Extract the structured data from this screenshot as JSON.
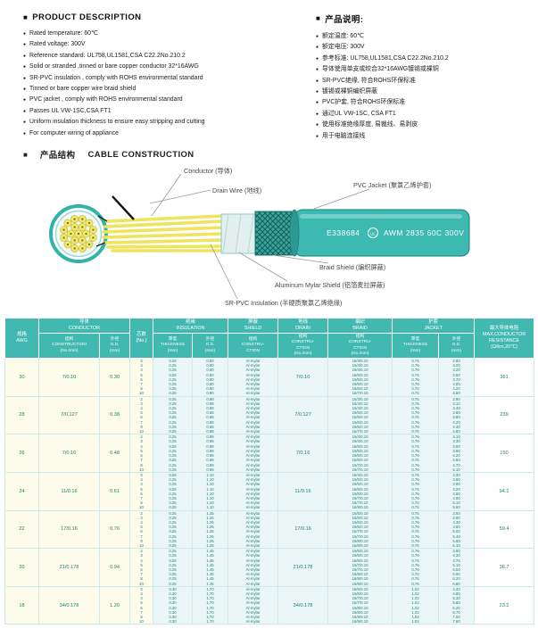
{
  "icons": {
    "square": "■",
    "bullet": "●"
  },
  "sections": {
    "product_description": {
      "title_en": "PRODUCT DESCRIPTION",
      "title_cn": "产品说明:"
    },
    "construction": {
      "title_cn": "产品结构",
      "title_en": "CABLE CONSTRUCTION"
    }
  },
  "description_en": [
    "Rated temperature: 60℃",
    "Rated voltage: 300V",
    "Reference standard: UL758,UL1581,CSA C22.2No.210.2",
    "Solid or stranded ,tinned or bare copper conductor 32*16AWG",
    "SR-PVC insulation , comply with ROHS environmental standard",
    "Tinned or bare copper wire braid shield",
    "PVC jacket , comply with ROHS environmental standard",
    "Passes UL VW-1SC,CSA FT1",
    "Uniform insulation thickness to ensure easy stripping and cutting",
    "For computer wiring of appliance"
  ],
  "description_cn": [
    "额定温度: 60℃",
    "额定电压: 300V",
    "参考标准: UL758,UL1581,CSA C22.2No.210.2",
    "导体使用单支或绞合32*16AWG镀锡或裸铜",
    "SR-PVC绝缘, 符合ROHS环保标准",
    "镀锡或裸铜编织屏蔽",
    "PVC护套, 符合ROHS环保标准",
    "通过UL VW-1SC, CSA FT1",
    "使用标准绝缘厚度, 易裁线、易剥皮",
    "用于电脑连接线"
  ],
  "diagram": {
    "labels": {
      "conductor": "Conductor (导体)",
      "drain_wire": "Drain Wire (地线)",
      "pvc_jacket": "PVC Jacket (聚氯乙烯护套)",
      "braid_shield": "Braid Shield (编织屏蔽)",
      "aluminum_mylar_shield": "Aluminum Mylar Shield (铝箔麦拉屏蔽)",
      "sr_pvc_insulation": "SR-PVC Insulation (半硬质聚氯乙烯绝缘)"
    },
    "jacket_print": {
      "e_number": "E338684",
      "ul_mark": "UL",
      "spec": "AWM 2835 60C 300V"
    }
  },
  "table": {
    "headers": {
      "awg": "规格\nAWG",
      "conductor": "导体\nCONDUCTOR",
      "conductor_construction": "结构\nCONSTRUCTION\n(No./mm)",
      "conductor_od": "外径\nO.D.\n(mm)",
      "cores": "芯数\n(No.)",
      "insulation": "绝缘\nINSULATION",
      "ins_thickness": "厚度\nTHICKNESS\n(mm)",
      "ins_od": "外径\nO.D.\n(mm)",
      "shield": "屏蔽\nSHIELD",
      "shield_construction": "结构\nCONSTRU-\nCTION",
      "drain": "地线\nDRAIN",
      "drain_construction": "结构\nCONSTRU-\nCTION\n(No./mm)",
      "braid": "编织\nBRAID",
      "braid_construction": "结构\nCONSTRU-\nCTION\n(No./mm)",
      "jacket": "护套\nJACKET",
      "jacket_thickness": "厚度\nTHICKNESS\n(mm)",
      "jacket_od": "外径\nO.D.\n(mm)",
      "resistance": "最大导体电阻\nMAX.CONDUCTOR\nRESISTANCE\n(Ω/km,20℃)"
    },
    "groups": [
      {
        "awg": "30",
        "conductor_construction": "7/0.10",
        "conductor_od": "0.30",
        "cores": [
          "2",
          "3",
          "4",
          "5",
          "6",
          "7",
          "8",
          "10"
        ],
        "insulation_thickness": [
          "0.25",
          "0.25",
          "0.25",
          "0.25",
          "0.25",
          "0.25",
          "0.25",
          "0.25"
        ],
        "insulation_od": [
          "0.80",
          "0.80",
          "0.80",
          "0.80",
          "0.80",
          "0.80",
          "0.80",
          "0.80"
        ],
        "shield": [
          "Al-mylar",
          "Al-mylar",
          "Al-mylar",
          "Al-mylar",
          "Al-mylar",
          "Al-mylar",
          "Al-mylar",
          "Al-mylar"
        ],
        "drain": "7/0.10",
        "braid": [
          "16/3/0.10",
          "16/4/0.10",
          "16/4/0.10",
          "16/5/0.10",
          "16/5/0.10",
          "16/6/0.10",
          "16/6/0.10",
          "16/7/0.10"
        ],
        "jacket_thickness": [
          "0.76",
          "0.76",
          "0.76",
          "0.76",
          "0.76",
          "0.76",
          "0.76",
          "0.76"
        ],
        "jacket_od": [
          "2.80",
          "3.00",
          "3.20",
          "3.50",
          "3.70",
          "4.00",
          "4.20",
          "4.60"
        ],
        "resistance": "361"
      },
      {
        "awg": "28",
        "conductor_construction": "7/0.127",
        "conductor_od": "0.38",
        "cores": [
          "2",
          "3",
          "4",
          "5",
          "6",
          "7",
          "8",
          "10"
        ],
        "insulation_thickness": [
          "0.25",
          "0.25",
          "0.25",
          "0.25",
          "0.25",
          "0.25",
          "0.25",
          "0.25"
        ],
        "insulation_od": [
          "0.88",
          "0.88",
          "0.88",
          "0.88",
          "0.88",
          "0.88",
          "0.88",
          "0.88"
        ],
        "shield": [
          "Al-mylar",
          "Al-mylar",
          "Al-mylar",
          "Al-mylar",
          "Al-mylar",
          "Al-mylar",
          "Al-mylar",
          "Al-mylar"
        ],
        "drain": "7/0.127",
        "braid": [
          "16/3/0.10",
          "16/4/0.10",
          "16/4/0.10",
          "16/5/0.10",
          "16/5/0.10",
          "16/6/0.10",
          "16/6/0.10",
          "16/7/0.10"
        ],
        "jacket_thickness": [
          "0.76",
          "0.76",
          "0.76",
          "0.76",
          "0.76",
          "0.76",
          "0.76",
          "0.76"
        ],
        "jacket_od": [
          "2.90",
          "3.10",
          "3.40",
          "3.60",
          "3.90",
          "4.20",
          "4.40",
          "4.80"
        ],
        "resistance": "239"
      },
      {
        "awg": "26",
        "conductor_construction": "7/0.16",
        "conductor_od": "0.48",
        "cores": [
          "2",
          "3",
          "4",
          "5",
          "6",
          "7",
          "8",
          "10"
        ],
        "insulation_thickness": [
          "0.25",
          "0.25",
          "0.25",
          "0.25",
          "0.25",
          "0.25",
          "0.25",
          "0.25"
        ],
        "insulation_od": [
          "0.98",
          "0.98",
          "0.98",
          "0.98",
          "0.98",
          "0.98",
          "0.98",
          "0.98"
        ],
        "shield": [
          "Al-mylar",
          "Al-mylar",
          "Al-mylar",
          "Al-mylar",
          "Al-mylar",
          "Al-mylar",
          "Al-mylar",
          "Al-mylar"
        ],
        "drain": "7/0.16",
        "braid": [
          "16/4/0.10",
          "16/4/0.10",
          "16/5/0.10",
          "16/5/0.10",
          "16/6/0.10",
          "16/6/0.10",
          "16/7/0.10",
          "16/7/0.10"
        ],
        "jacket_thickness": [
          "0.76",
          "0.76",
          "0.76",
          "0.76",
          "0.76",
          "0.76",
          "0.76",
          "0.76"
        ],
        "jacket_od": [
          "3.10",
          "3.30",
          "3.60",
          "3.90",
          "4.20",
          "4.50",
          "4.70",
          "5.10"
        ],
        "resistance": "150"
      },
      {
        "awg": "24",
        "conductor_construction": "11/0.16",
        "conductor_od": "0.61",
        "cores": [
          "2",
          "3",
          "4",
          "5",
          "6",
          "7",
          "8",
          "10"
        ],
        "insulation_thickness": [
          "0.25",
          "0.25",
          "0.25",
          "0.25",
          "0.25",
          "0.25",
          "0.25",
          "0.25"
        ],
        "insulation_od": [
          "1.10",
          "1.10",
          "1.10",
          "1.10",
          "1.10",
          "1.10",
          "1.10",
          "1.10"
        ],
        "shield": [
          "Al-mylar",
          "Al-mylar",
          "Al-mylar",
          "Al-mylar",
          "Al-mylar",
          "Al-mylar",
          "Al-mylar",
          "Al-mylar"
        ],
        "drain": "11/0.16",
        "braid": [
          "16/4/0.10",
          "16/5/0.10",
          "16/5/0.10",
          "16/6/0.10",
          "16/6/0.10",
          "16/7/0.10",
          "16/7/0.10",
          "16/8/0.10"
        ],
        "jacket_thickness": [
          "0.76",
          "0.76",
          "0.76",
          "0.76",
          "0.76",
          "0.76",
          "0.76",
          "0.76"
        ],
        "jacket_od": [
          "3.30",
          "3.60",
          "3.90",
          "4.20",
          "4.60",
          "4.90",
          "5.10",
          "5.60"
        ],
        "resistance": "94.2"
      },
      {
        "awg": "22",
        "conductor_construction": "17/0.16",
        "conductor_od": "0.76",
        "cores": [
          "2",
          "3",
          "4",
          "5",
          "6",
          "7",
          "8",
          "10"
        ],
        "insulation_thickness": [
          "0.25",
          "0.25",
          "0.25",
          "0.25",
          "0.25",
          "0.25",
          "0.25",
          "0.25"
        ],
        "insulation_od": [
          "1.25",
          "1.25",
          "1.25",
          "1.25",
          "1.25",
          "1.25",
          "1.25",
          "1.25"
        ],
        "shield": [
          "Al-mylar",
          "Al-mylar",
          "Al-mylar",
          "Al-mylar",
          "Al-mylar",
          "Al-mylar",
          "Al-mylar",
          "Al-mylar"
        ],
        "drain": "17/0.16",
        "braid": [
          "16/5/0.10",
          "16/5/0.10",
          "16/6/0.10",
          "16/6/0.10",
          "16/7/0.10",
          "16/7/0.10",
          "16/8/0.10",
          "16/8/0.10"
        ],
        "jacket_thickness": [
          "0.76",
          "0.76",
          "0.76",
          "0.76",
          "0.76",
          "0.76",
          "0.76",
          "0.76"
        ],
        "jacket_od": [
          "3.60",
          "3.90",
          "4.30",
          "4.60",
          "5.00",
          "5.40",
          "5.60",
          "6.10"
        ],
        "resistance": "59.4"
      },
      {
        "awg": "20",
        "conductor_construction": "21/0.178",
        "conductor_od": "0.94",
        "cores": [
          "2",
          "3",
          "4",
          "5",
          "6",
          "7",
          "8",
          "10"
        ],
        "insulation_thickness": [
          "0.25",
          "0.25",
          "0.25",
          "0.25",
          "0.25",
          "0.25",
          "0.25",
          "0.25"
        ],
        "insulation_od": [
          "1.45",
          "1.45",
          "1.45",
          "1.45",
          "1.45",
          "1.45",
          "1.45",
          "1.45"
        ],
        "shield": [
          "Al-mylar",
          "Al-mylar",
          "Al-mylar",
          "Al-mylar",
          "Al-mylar",
          "Al-mylar",
          "Al-mylar",
          "Al-mylar"
        ],
        "drain": "21/0.178",
        "braid": [
          "16/5/0.10",
          "16/6/0.10",
          "16/6/0.10",
          "16/7/0.10",
          "16/7/0.10",
          "16/8/0.10",
          "16/8/0.10",
          "16/9/0.10"
        ],
        "jacket_thickness": [
          "0.76",
          "0.76",
          "0.76",
          "0.76",
          "0.76",
          "0.76",
          "0.76",
          "0.76"
        ],
        "jacket_od": [
          "3.90",
          "4.30",
          "4.70",
          "5.10",
          "5.50",
          "5.90",
          "6.20",
          "6.80"
        ],
        "resistance": "36.7"
      },
      {
        "awg": "18",
        "conductor_construction": "34/0.178",
        "conductor_od": "1.20",
        "cores": [
          "2",
          "3",
          "4",
          "5",
          "6",
          "7",
          "8",
          "10"
        ],
        "insulation_thickness": [
          "0.30",
          "0.30",
          "0.30",
          "0.30",
          "0.30",
          "0.30",
          "0.30",
          "0.30"
        ],
        "insulation_od": [
          "1.70",
          "1.70",
          "1.70",
          "1.70",
          "1.70",
          "1.70",
          "1.70",
          "1.70"
        ],
        "shield": [
          "Al-mylar",
          "Al-mylar",
          "Al-mylar",
          "Al-mylar",
          "Al-mylar",
          "Al-mylar",
          "Al-mylar",
          "Al-mylar"
        ],
        "drain": "34/0.178",
        "braid": [
          "16/6/0.10",
          "16/6/0.10",
          "16/7/0.10",
          "16/7/0.10",
          "16/8/0.10",
          "16/8/0.10",
          "16/9/0.10",
          "16/9/0.10"
        ],
        "jacket_thickness": [
          "1.02",
          "1.02",
          "1.02",
          "1.02",
          "1.02",
          "1.02",
          "1.02",
          "1.02"
        ],
        "jacket_od": [
          "4.40",
          "4.80",
          "5.30",
          "5.80",
          "6.20",
          "6.70",
          "7.00",
          "7.60"
        ],
        "resistance": "23.2"
      }
    ]
  }
}
